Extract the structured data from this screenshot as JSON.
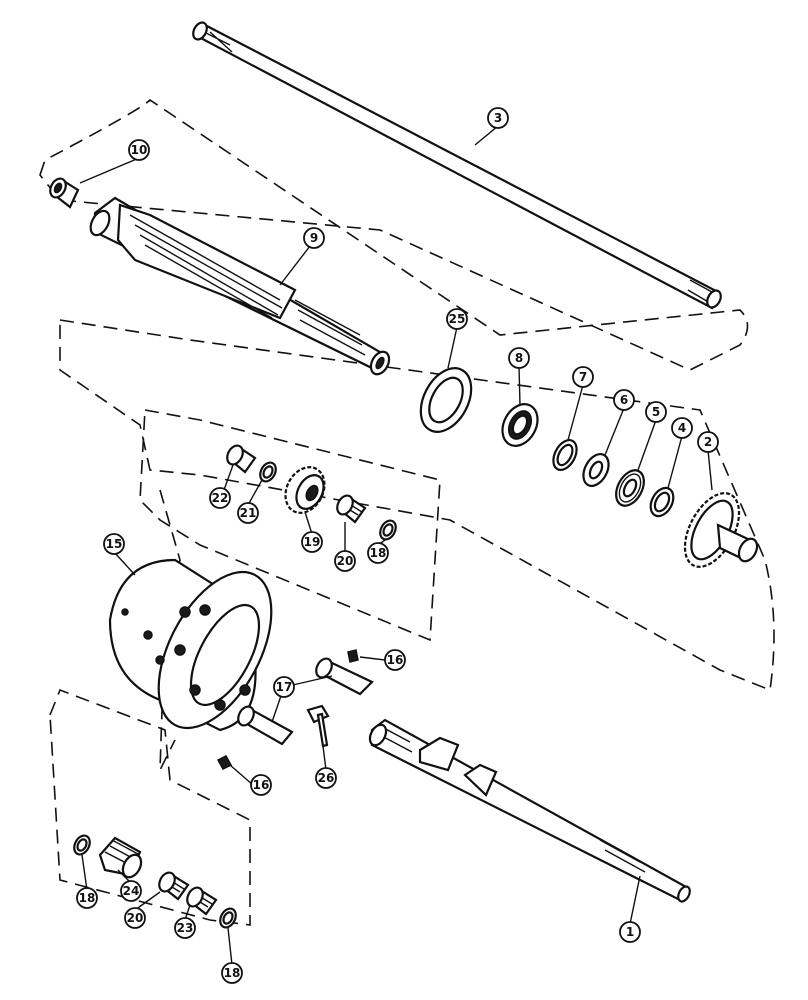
{
  "callouts": [
    {
      "id": "c1",
      "label": "1"
    },
    {
      "id": "c2",
      "label": "2"
    },
    {
      "id": "c3",
      "label": "3"
    },
    {
      "id": "c4",
      "label": "4"
    },
    {
      "id": "c5",
      "label": "5"
    },
    {
      "id": "c6",
      "label": "6"
    },
    {
      "id": "c7",
      "label": "7"
    },
    {
      "id": "c8",
      "label": "8"
    },
    {
      "id": "c9",
      "label": "9"
    },
    {
      "id": "c10",
      "label": "10"
    },
    {
      "id": "c15",
      "label": "15"
    },
    {
      "id": "c16a",
      "label": "16"
    },
    {
      "id": "c16b",
      "label": "16"
    },
    {
      "id": "c17",
      "label": "17"
    },
    {
      "id": "c18a",
      "label": "18"
    },
    {
      "id": "c18b",
      "label": "18"
    },
    {
      "id": "c18c",
      "label": "18"
    },
    {
      "id": "c19",
      "label": "19"
    },
    {
      "id": "c20a",
      "label": "20"
    },
    {
      "id": "c20b",
      "label": "20"
    },
    {
      "id": "c21",
      "label": "21"
    },
    {
      "id": "c22",
      "label": "22"
    },
    {
      "id": "c23",
      "label": "23"
    },
    {
      "id": "c24",
      "label": "24"
    },
    {
      "id": "c25",
      "label": "25"
    },
    {
      "id": "c26",
      "label": "26"
    }
  ]
}
